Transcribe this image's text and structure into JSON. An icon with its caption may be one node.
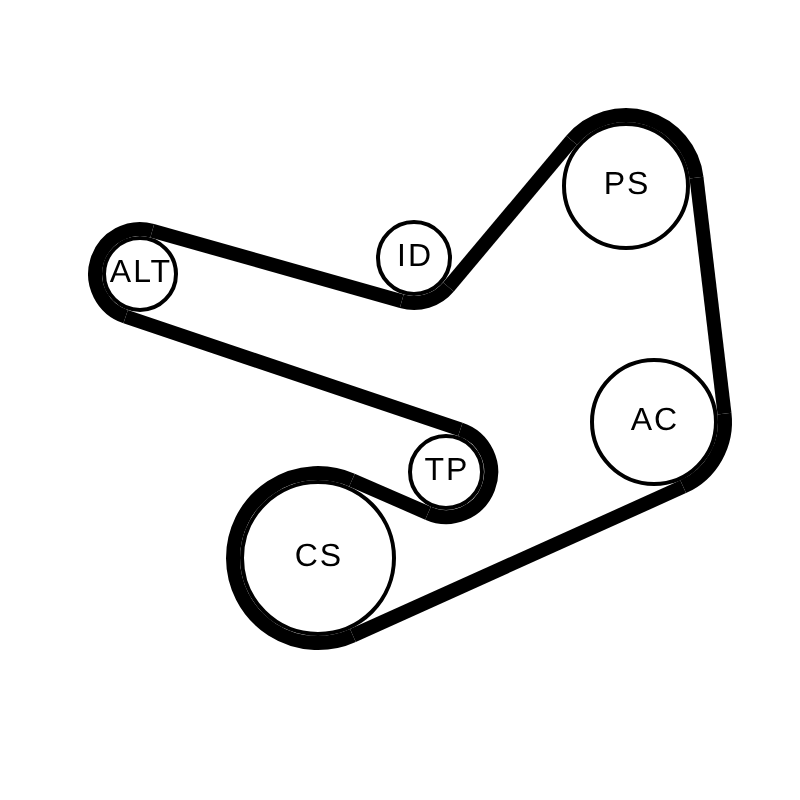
{
  "diagram": {
    "nodes": [
      {
        "text": [
          "ALT"
        ]
      },
      {
        "text": [
          "ID"
        ]
      },
      {
        "text": [
          "PS"
        ]
      },
      {
        "text": [
          "AC"
        ]
      },
      {
        "text": [
          "TP"
        ]
      },
      {
        "text": [
          "CS"
        ]
      }
    ],
    "edges": [
      {
        "from": 0,
        "to": 1,
        "arrow": "none"
      },
      {
        "from": 1,
        "to": 2,
        "arrow": "none"
      },
      {
        "from": 2,
        "to": 3,
        "arrow": "none"
      },
      {
        "from": 3,
        "to": 5,
        "arrow": "none"
      },
      {
        "from": 5,
        "to": 4,
        "arrow": "none"
      },
      {
        "from": 4,
        "to": 0,
        "arrow": "none"
      }
    ]
  }
}
